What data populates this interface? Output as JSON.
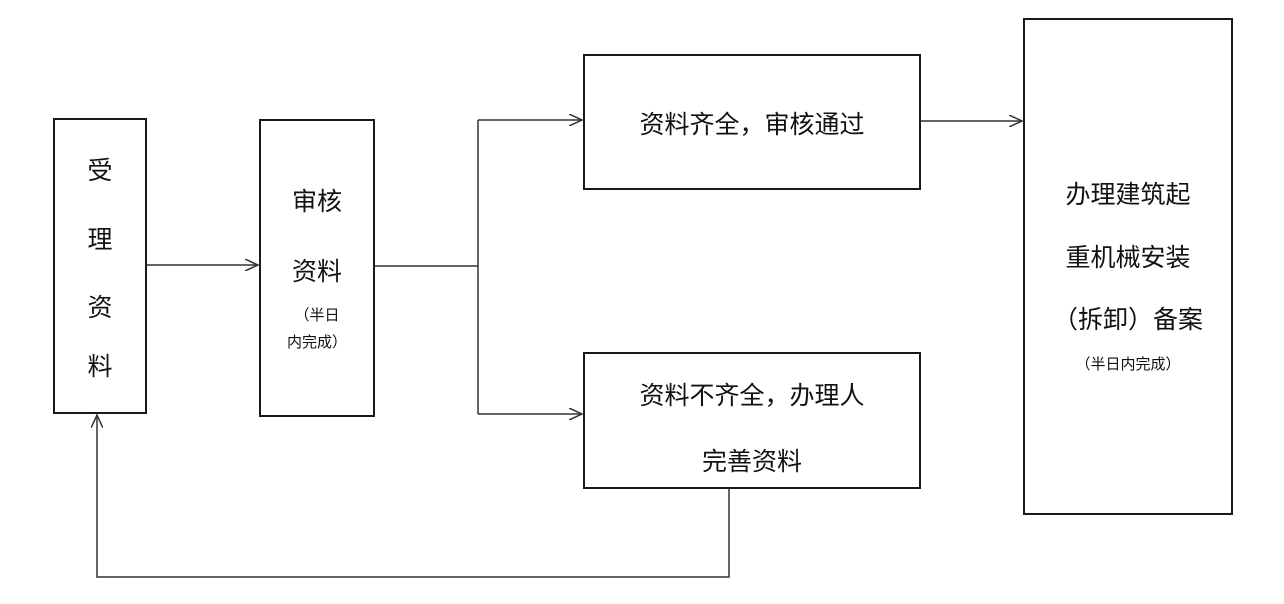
{
  "nodes": {
    "receive": {
      "chars": [
        "受",
        "理",
        "资",
        "料"
      ]
    },
    "review": {
      "lines": [
        "审核",
        "资料"
      ],
      "note_lines": [
        "（半日",
        "内完成）"
      ]
    },
    "complete": {
      "text": "资料齐全，审核通过"
    },
    "incomplete": {
      "lines": [
        "资料不齐全，办理人",
        "完善资料"
      ]
    },
    "filing": {
      "lines": [
        "办理建筑起",
        "重机械安装",
        "（拆卸）备案"
      ],
      "note": "（半日内完成）"
    }
  }
}
